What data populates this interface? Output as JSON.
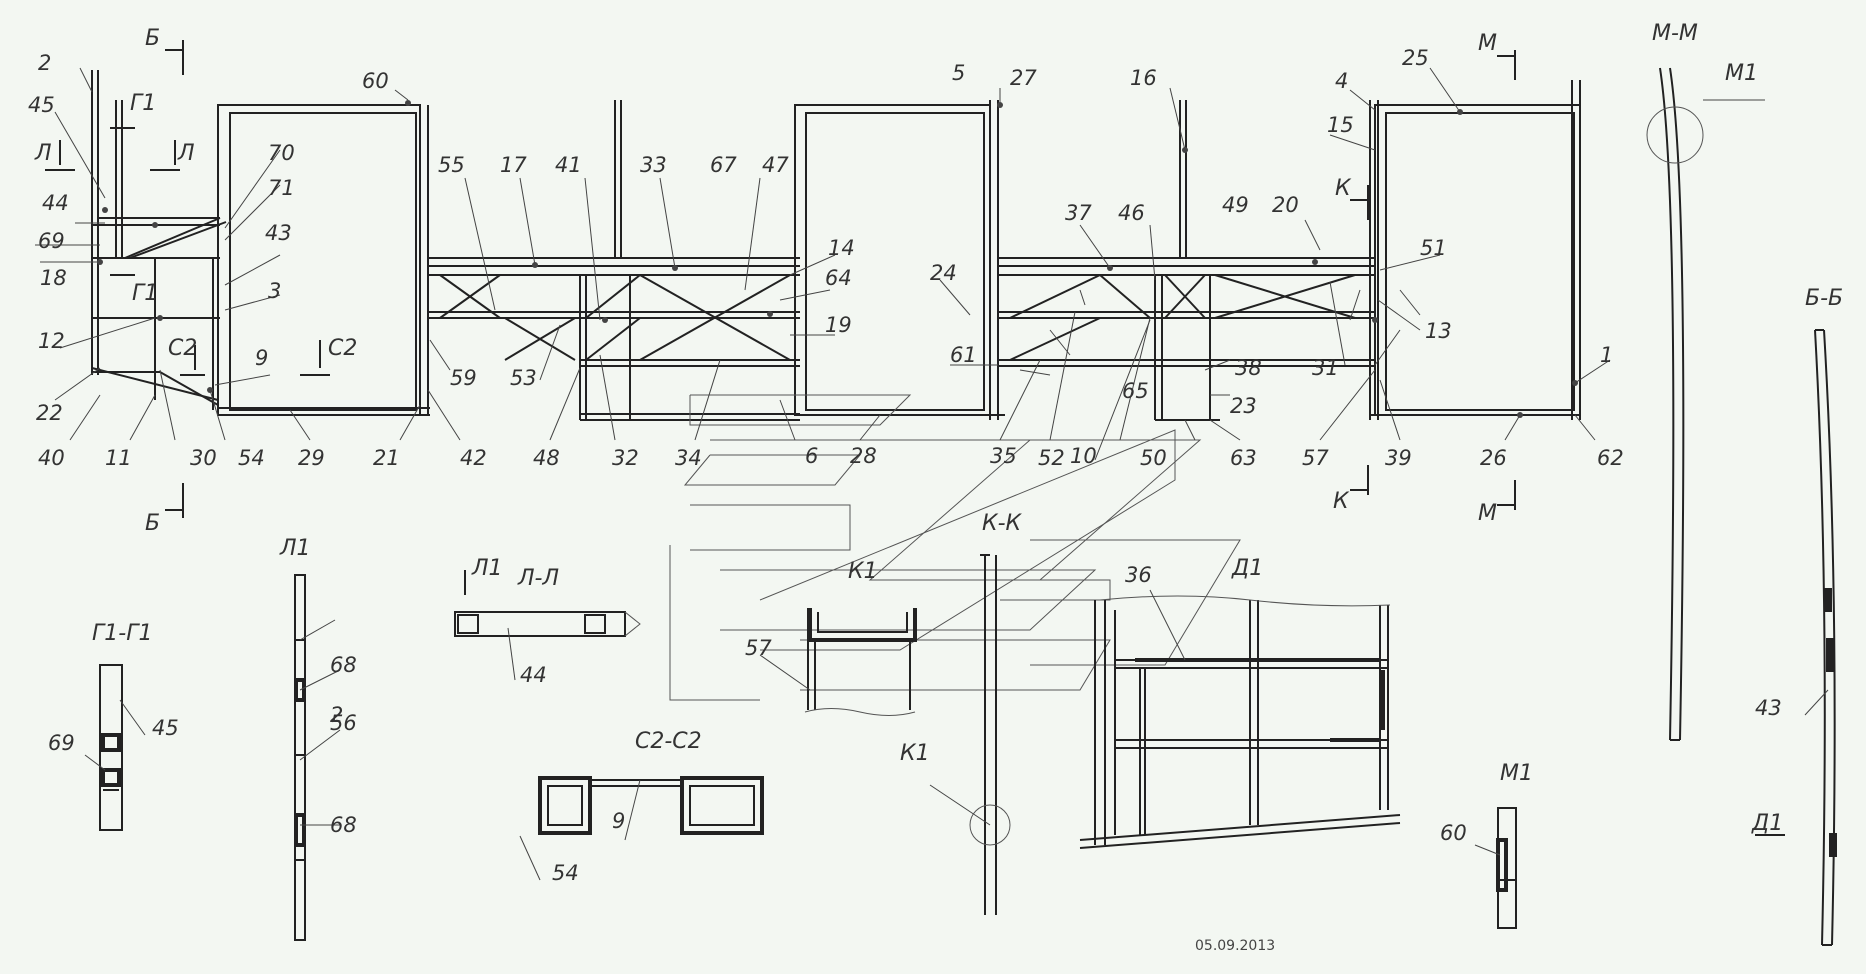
{
  "date": "05.09.2013",
  "sections": {
    "B": "Б",
    "BB": "Б-Б",
    "M": "М",
    "MM": "М-М",
    "M1": "М1",
    "K": "К",
    "KK": "К-К",
    "K1": "К1",
    "G1": "Г1",
    "G1G1": "Г1-Г1",
    "L": "Л",
    "LL": "Л-Л",
    "L1": "Л1",
    "C2": "С2",
    "C2C2": "С2-С2",
    "D1": "Д1"
  },
  "callouts": [
    "1",
    "2",
    "3",
    "4",
    "5",
    "6",
    "9",
    "10",
    "11",
    "12",
    "13",
    "14",
    "15",
    "16",
    "17",
    "18",
    "19",
    "20",
    "21",
    "22",
    "23",
    "24",
    "25",
    "26",
    "27",
    "28",
    "29",
    "30",
    "31",
    "32",
    "33",
    "34",
    "35",
    "36",
    "37",
    "38",
    "39",
    "40",
    "41",
    "42",
    "43",
    "44",
    "45",
    "46",
    "47",
    "48",
    "49",
    "50",
    "51",
    "52",
    "53",
    "54",
    "55",
    "56",
    "57",
    "59",
    "60",
    "61",
    "62",
    "63",
    "64",
    "65",
    "67",
    "68",
    "69",
    "70",
    "71"
  ]
}
